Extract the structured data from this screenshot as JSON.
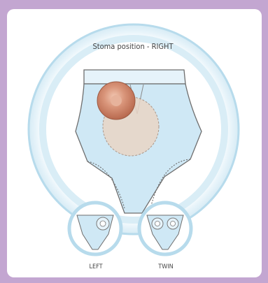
{
  "title": "Stoma position - RIGHT",
  "options": {
    "left": "LEFT",
    "twin": "TWIN"
  },
  "colors": {
    "background": "#c3a6d1",
    "card": "#ffffff",
    "ring": "#e3f1f8",
    "ring_edge": "#8fc4dd",
    "garment": "#cfe8f5",
    "garment_edge": "#6e6e6e",
    "stoma": "#cc8a6d",
    "bag": "#ead6c6"
  }
}
